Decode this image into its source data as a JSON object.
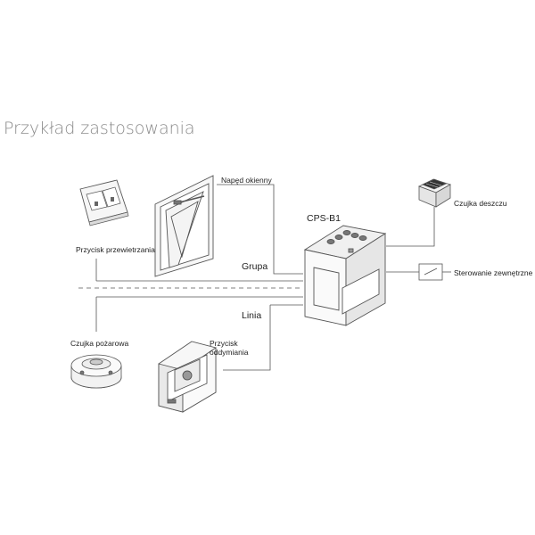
{
  "title": "Przykład zastosowania",
  "labels": {
    "window_actuator": "Napęd okienny",
    "controller": "CPS-B1",
    "rain_sensor": "Czujka deszczu",
    "vent_button": "Przycisk przewietrzania",
    "group": "Grupa",
    "external_control": "Sterowanie zewnętrzne",
    "line": "Linia",
    "smoke_sensor": "Czujka pożarowa",
    "smoke_button_line1": "Przycisk",
    "smoke_button_line2": "oddymiania"
  },
  "colors": {
    "line": "#555555",
    "device_fill": "#f4f4f4",
    "device_stroke": "#555555",
    "title": "#8a8a8a"
  },
  "icons": [
    "vent-button-icon",
    "window-actuator-icon",
    "controller-box-icon",
    "rain-sensor-icon",
    "switch-icon",
    "smoke-detector-icon",
    "smoke-exhaust-button-icon"
  ]
}
